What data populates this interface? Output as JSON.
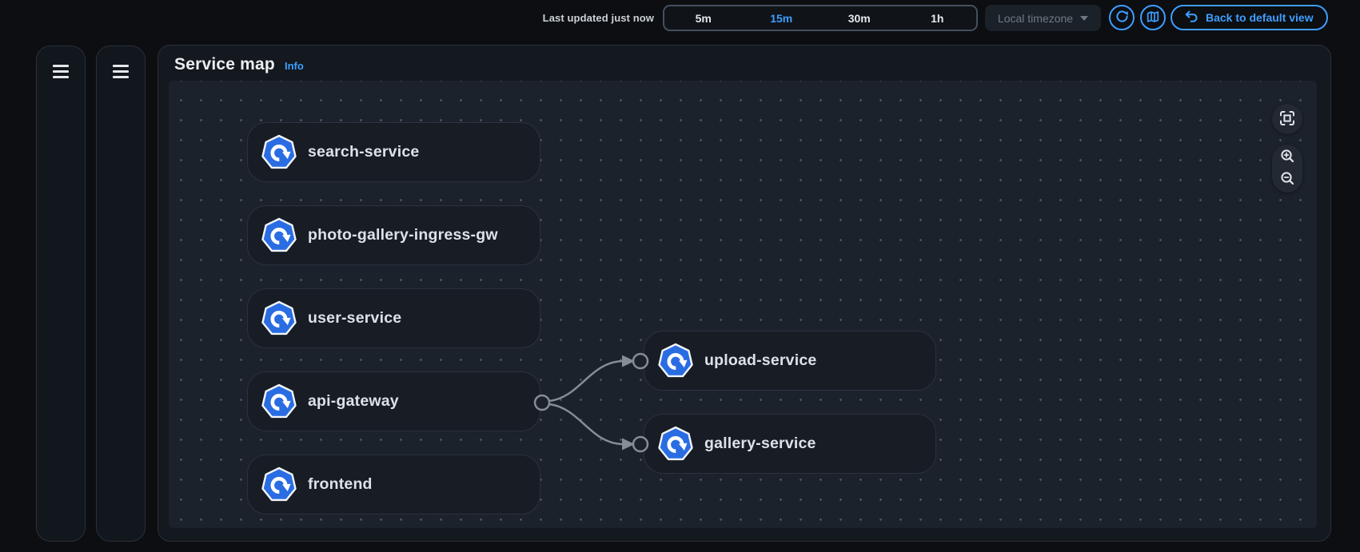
{
  "topbar": {
    "last_updated": "Last updated just now",
    "time_ranges": [
      "5m",
      "15m",
      "30m",
      "1h"
    ],
    "selected_range": "15m",
    "timezone": {
      "label": "Local timezone"
    },
    "back_button": {
      "label": "Back to default view"
    }
  },
  "panel": {
    "title": "Service map",
    "info_link": "Info"
  },
  "service_map": {
    "nodes_left": [
      "search-service",
      "photo-gallery-ingress-gw",
      "user-service",
      "api-gateway",
      "frontend"
    ],
    "nodes_right": [
      "upload-service",
      "gallery-service"
    ],
    "edges": [
      {
        "from": "api-gateway",
        "to": "upload-service"
      },
      {
        "from": "api-gateway",
        "to": "gallery-service"
      }
    ]
  },
  "colors": {
    "accent_blue": "#3e9eff",
    "node_icon_blue": "#2a6de3",
    "edge_gray": "#868d97",
    "canvas_bg": "#1c222c",
    "panel_bg": "#14181f"
  }
}
